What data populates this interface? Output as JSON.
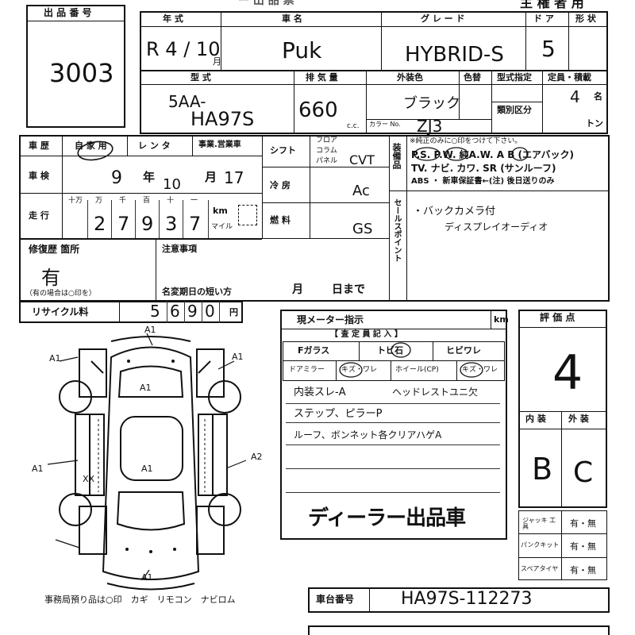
{
  "header": {
    "lot_label": "出 品 番 号",
    "lot_number": "3003",
    "title_partial": "ー 出 品 票",
    "owner_label": "主 権 者 用"
  },
  "vehicle": {
    "year_label": "年 式",
    "year": "R 4 / 10",
    "month_suffix": "月",
    "name_label": "車 名",
    "name": "Puk",
    "grade_label": "グ レ ー ド",
    "grade": "HYBRID-S",
    "doors_label": "ド ア",
    "doors": "5",
    "shape_label": "形 状",
    "model_label": "型 式",
    "model_line1": "5AA-",
    "model_line2": "HA97S",
    "displacement_label": "排 気 量",
    "displacement": "660",
    "cc_unit": "c.c.",
    "exterior_color_label": "外装色",
    "repaint_label": "色替",
    "exterior_color": "ブラック",
    "color_no_label": "カラー No.",
    "color_no": "ZJ3",
    "type_cert_label": "型式指定",
    "class_label": "類別区分",
    "capacity_label": "定員・積載",
    "capacity": "4",
    "capacity_unit": "名",
    "ton_unit": "トン"
  },
  "history": {
    "history_label": "車 歴",
    "private_label": "自 家 用",
    "rental_label": "レ ン タ",
    "business_label": "事業.営業車",
    "inspection_label": "車 検",
    "inspection_year": "9",
    "year_unit": "年",
    "inspection_month": "10",
    "month_unit": "月",
    "inspection_day": "17",
    "mileage_label": "走 行",
    "digit_headers": [
      "十万",
      "万",
      "千",
      "百",
      "十",
      "一"
    ],
    "mileage_digits": [
      "2",
      "7",
      "9",
      "3",
      "7"
    ],
    "km_label": "km",
    "mile_label": "マイル",
    "repair_label": "修復歴 箇所",
    "repair_value": "有",
    "repair_note": "（有の場合は○印を）",
    "notes_label": "注意事項",
    "rename_label": "名変期日の短い方",
    "rename_month": "月",
    "rename_day": "日まで",
    "recycle_label": "リサイクル料",
    "recycle_digits": [
      "5",
      "6",
      "9",
      "0"
    ],
    "yen_unit": "円"
  },
  "specs": {
    "shift_label": "シフト",
    "shift_options": [
      "フロア",
      "コラム",
      "パネル"
    ],
    "shift_value": "CVT",
    "aircon_label": "冷 房",
    "aircon_value": "Ac",
    "fuel_label": "燃 料",
    "fuel_value": "GS"
  },
  "equipment": {
    "label": "装備品",
    "note": "※純正のみに○印をつけて下さい。",
    "line1": "P.S. P.W. 純A.W. A B (エアバック)",
    "line2": "TV. ナビ. カワ. SR (サンルーフ)",
    "line3": "ABS ・ 新車保証書←(注) 後日送りのみ"
  },
  "sales_point": {
    "label": "セールスポイント",
    "line1": "・バックカメラ付",
    "line2": "ディスプレイオーディオ"
  },
  "inspector": {
    "meter_label": "現メーター指示",
    "km_label": "km",
    "section_label": "【 査 定 員 記 入 】",
    "cells": [
      "Fガラス",
      "トビ石",
      "ヒビワレ",
      "ドアミラー",
      "キズ・ワレ",
      "ホイール(CP)",
      "キズ・ワレ"
    ],
    "notes": [
      "内装スレ-A",
      "ヘッドレストユニ欠",
      "ステップ、ピラーP",
      "ルーフ、ボンネット各クリアハゲA"
    ],
    "stamp": "ディーラー出品車"
  },
  "grade_box": {
    "label": "評 価 点",
    "score": "4",
    "interior_label": "内 装",
    "exterior_label": "外 装",
    "interior": "B",
    "exterior": "C"
  },
  "accessories": {
    "rows": [
      {
        "label": "ジャッキ 工 具",
        "value": "有・無"
      },
      {
        "label": "パンクキット",
        "value": "有・無"
      },
      {
        "label": "スペアタイヤ",
        "value": "有・無"
      }
    ]
  },
  "diagram": {
    "marks": [
      "A1",
      "A1",
      "A1",
      "A1",
      "A2",
      "A1",
      "XX",
      "A1",
      "A1"
    ],
    "footer": "事務局預り品は○印　カギ　リモコン　ナビロム"
  },
  "chassis": {
    "label": "車台番号",
    "value": "HA97S-112273"
  }
}
